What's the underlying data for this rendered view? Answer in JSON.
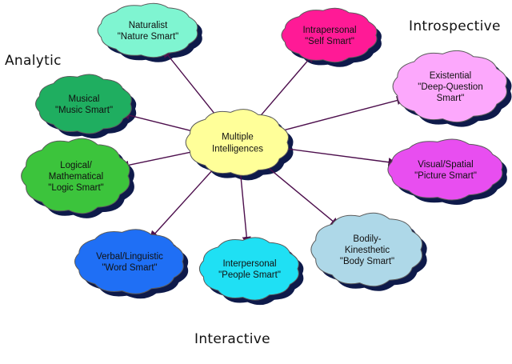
{
  "diagram": {
    "center": {
      "id": "center",
      "lines": [
        "Multiple",
        "Intelligences"
      ],
      "color": "#ffff99"
    },
    "nodes": [
      {
        "id": "naturalist",
        "lines": [
          "Naturalist",
          "\"Nature Smart\""
        ],
        "color": "#7ff5d1"
      },
      {
        "id": "intrapersonal",
        "lines": [
          "Intrapersonal",
          "\"Self Smart\""
        ],
        "color": "#ff1a96"
      },
      {
        "id": "existential",
        "lines": [
          "Existential",
          "\"Deep-Question",
          "Smart\""
        ],
        "color": "#fca8fc"
      },
      {
        "id": "visual-spatial",
        "lines": [
          "Visual/Spatial",
          "\"Picture Smart\""
        ],
        "color": "#e84ef0"
      },
      {
        "id": "bodily-kinesthetic",
        "lines": [
          "Bodily-",
          "Kinesthetic",
          "\"Body Smart\""
        ],
        "color": "#aed8e8"
      },
      {
        "id": "interpersonal",
        "lines": [
          "Interpersonal",
          "\"People Smart\""
        ],
        "color": "#1fe0f4"
      },
      {
        "id": "verbal-linguistic",
        "lines": [
          "Verbal/Linguistic",
          "\"Word Smart\""
        ],
        "color": "#1f6ff5"
      },
      {
        "id": "logical-mathematical",
        "lines": [
          "Logical/",
          "Mathematical",
          "\"Logic Smart\""
        ],
        "color": "#3cc43c"
      },
      {
        "id": "musical",
        "lines": [
          "Musical",
          "\"Music Smart\""
        ],
        "color": "#1fae60"
      }
    ],
    "edges": [
      "naturalist",
      "intrapersonal",
      "existential",
      "visual-spatial",
      "bodily-kinesthetic",
      "interpersonal",
      "verbal-linguistic",
      "logical-mathematical",
      "musical"
    ],
    "arrow_color": "#4d0f4d",
    "shadow_color": "#0e1a4a"
  },
  "group_labels": {
    "analytic": "Analytic",
    "introspective": "Introspective",
    "interactive": "Interactive"
  }
}
